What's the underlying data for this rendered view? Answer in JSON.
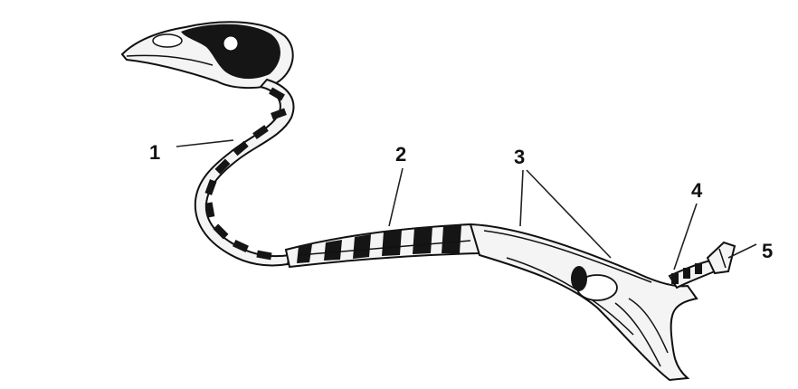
{
  "figure": {
    "labels": [
      "1",
      "2",
      "3",
      "4",
      "5"
    ]
  }
}
